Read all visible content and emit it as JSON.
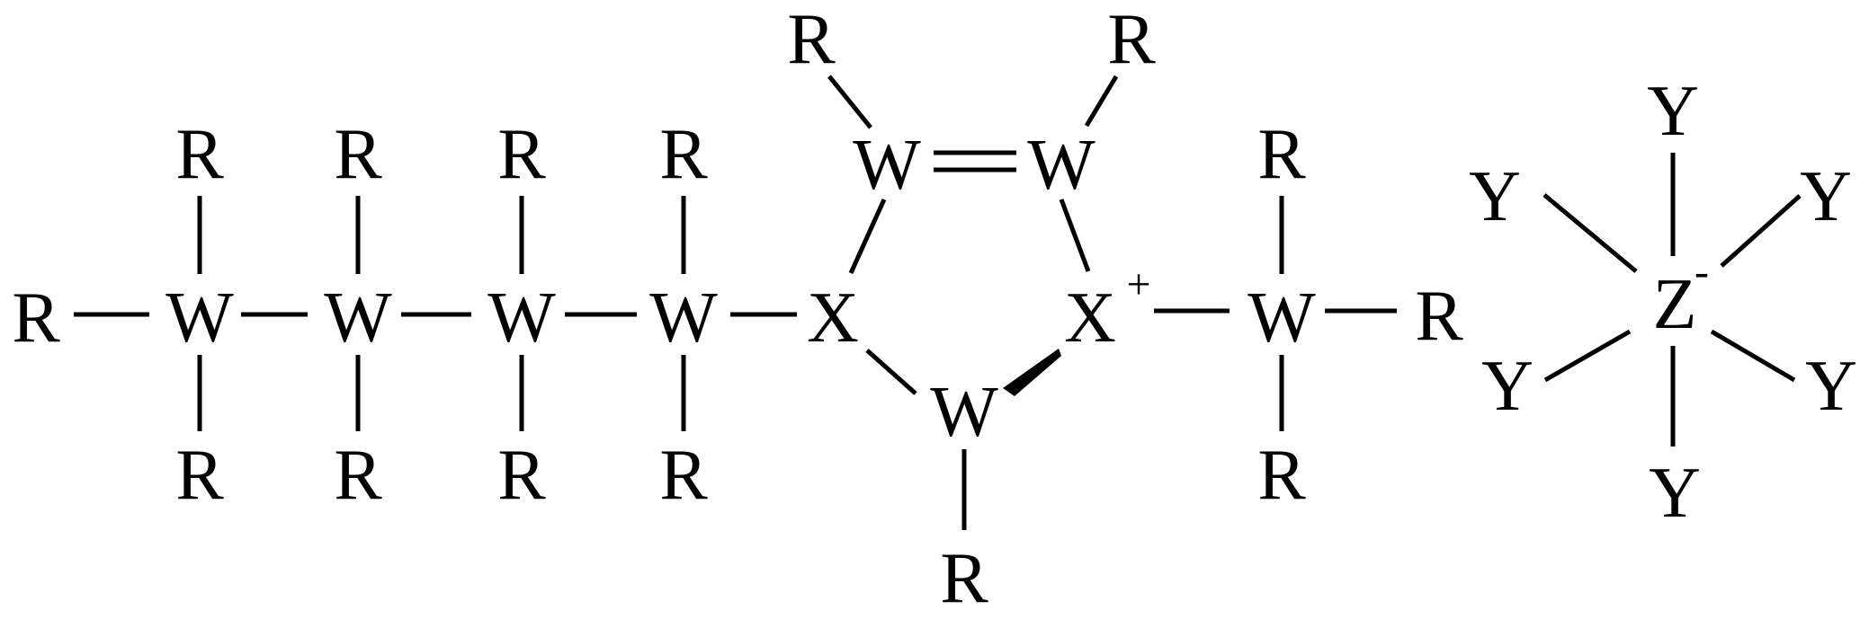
{
  "diagram": {
    "atoms": {
      "r_left": "R",
      "w1": "W",
      "w1_r_top": "R",
      "w1_r_bottom": "R",
      "w2": "W",
      "w2_r_top": "R",
      "w2_r_bottom": "R",
      "w3": "W",
      "w3_r_top": "R",
      "w3_r_bottom": "R",
      "w4": "W",
      "w4_r_top": "R",
      "w4_r_bottom": "R",
      "ring_x_left": "X",
      "ring_w_top_left": "W",
      "ring_w_top_left_r": "R",
      "ring_w_top_right": "W",
      "ring_w_top_right_r": "R",
      "ring_x_right": "X",
      "ring_w_bottom": "W",
      "ring_w_bottom_r": "R",
      "w5": "W",
      "w5_r_top": "R",
      "w5_r_bottom": "R",
      "r_right": "R",
      "anion_center": "Z",
      "anion_y_top": "Y",
      "anion_y_upper_left": "Y",
      "anion_y_upper_right": "Y",
      "anion_y_lower_left": "Y",
      "anion_y_lower_right": "Y",
      "anion_y_bottom": "Y"
    },
    "charges": {
      "cation": "+",
      "anion": "-"
    }
  }
}
